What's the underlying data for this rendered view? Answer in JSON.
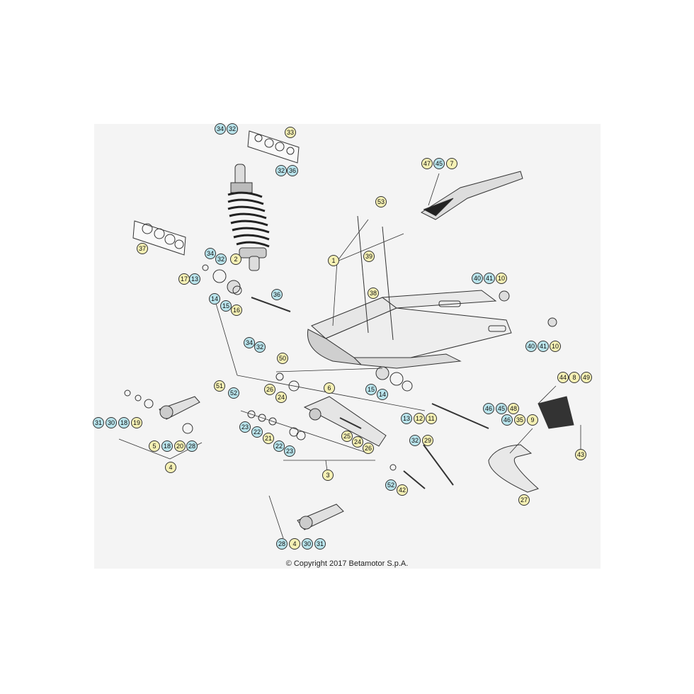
{
  "copyright": "© Copyright 2017 Betamotor S.p.A.",
  "colors": {
    "blue_callout": "#b9e4ec",
    "yellow_callout": "#f5f0b4",
    "line": "#333333",
    "panel": "#f4f4f4"
  },
  "callouts": [
    {
      "n": "34",
      "c": "blue"
    },
    {
      "n": "32",
      "c": "blue"
    },
    {
      "n": "33",
      "c": "yellow"
    },
    {
      "n": "32",
      "c": "blue"
    },
    {
      "n": "36",
      "c": "blue"
    },
    {
      "n": "47",
      "c": "yellow"
    },
    {
      "n": "45",
      "c": "blue"
    },
    {
      "n": "7",
      "c": "yellow"
    },
    {
      "n": "53",
      "c": "yellow"
    },
    {
      "n": "37",
      "c": "yellow"
    },
    {
      "n": "34",
      "c": "blue"
    },
    {
      "n": "32",
      "c": "blue"
    },
    {
      "n": "2",
      "c": "yellow"
    },
    {
      "n": "1",
      "c": "yellow"
    },
    {
      "n": "39",
      "c": "yellow"
    },
    {
      "n": "17",
      "c": "yellow"
    },
    {
      "n": "13",
      "c": "blue"
    },
    {
      "n": "38",
      "c": "yellow"
    },
    {
      "n": "40",
      "c": "blue"
    },
    {
      "n": "41",
      "c": "blue"
    },
    {
      "n": "10",
      "c": "yellow"
    },
    {
      "n": "36",
      "c": "blue"
    },
    {
      "n": "14",
      "c": "blue"
    },
    {
      "n": "15",
      "c": "blue"
    },
    {
      "n": "16",
      "c": "yellow"
    },
    {
      "n": "40",
      "c": "blue"
    },
    {
      "n": "41",
      "c": "blue"
    },
    {
      "n": "10",
      "c": "yellow"
    },
    {
      "n": "34",
      "c": "blue"
    },
    {
      "n": "32",
      "c": "blue"
    },
    {
      "n": "50",
      "c": "yellow"
    },
    {
      "n": "51",
      "c": "yellow"
    },
    {
      "n": "52",
      "c": "blue"
    },
    {
      "n": "26",
      "c": "yellow"
    },
    {
      "n": "24",
      "c": "yellow"
    },
    {
      "n": "6",
      "c": "yellow"
    },
    {
      "n": "15",
      "c": "blue"
    },
    {
      "n": "14",
      "c": "blue"
    },
    {
      "n": "44",
      "c": "yellow"
    },
    {
      "n": "8",
      "c": "yellow"
    },
    {
      "n": "49",
      "c": "yellow"
    },
    {
      "n": "46",
      "c": "blue"
    },
    {
      "n": "45",
      "c": "blue"
    },
    {
      "n": "48",
      "c": "yellow"
    },
    {
      "n": "13",
      "c": "blue"
    },
    {
      "n": "12",
      "c": "yellow"
    },
    {
      "n": "11",
      "c": "yellow"
    },
    {
      "n": "46",
      "c": "blue"
    },
    {
      "n": "35",
      "c": "yellow"
    },
    {
      "n": "9",
      "c": "yellow"
    },
    {
      "n": "31",
      "c": "blue"
    },
    {
      "n": "30",
      "c": "blue"
    },
    {
      "n": "18",
      "c": "blue"
    },
    {
      "n": "19",
      "c": "yellow"
    },
    {
      "n": "23",
      "c": "blue"
    },
    {
      "n": "22",
      "c": "blue"
    },
    {
      "n": "21",
      "c": "yellow"
    },
    {
      "n": "22",
      "c": "blue"
    },
    {
      "n": "23",
      "c": "blue"
    },
    {
      "n": "25",
      "c": "yellow"
    },
    {
      "n": "24",
      "c": "yellow"
    },
    {
      "n": "26",
      "c": "yellow"
    },
    {
      "n": "5",
      "c": "yellow"
    },
    {
      "n": "18",
      "c": "blue"
    },
    {
      "n": "20",
      "c": "yellow"
    },
    {
      "n": "28",
      "c": "blue"
    },
    {
      "n": "32",
      "c": "blue"
    },
    {
      "n": "29",
      "c": "yellow"
    },
    {
      "n": "43",
      "c": "yellow"
    },
    {
      "n": "4",
      "c": "yellow"
    },
    {
      "n": "3",
      "c": "yellow"
    },
    {
      "n": "52",
      "c": "blue"
    },
    {
      "n": "42",
      "c": "yellow"
    },
    {
      "n": "27",
      "c": "yellow"
    },
    {
      "n": "28",
      "c": "blue"
    },
    {
      "n": "4",
      "c": "yellow"
    },
    {
      "n": "30",
      "c": "blue"
    },
    {
      "n": "31",
      "c": "blue"
    }
  ]
}
